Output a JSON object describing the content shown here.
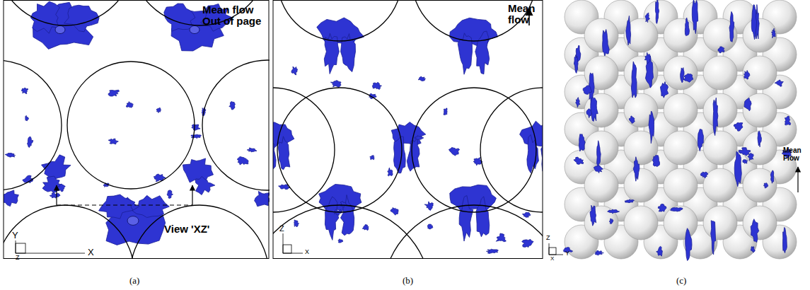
{
  "diagram": {
    "labels": [
      "Mean flow Out of page",
      "View 'XZ'",
      "Y",
      "X",
      "Z",
      "(a)",
      "Mean flow",
      "Z",
      "X",
      "(b)",
      "Z",
      "Y",
      "X",
      "Mean Flow",
      "(c)"
    ]
  }
}
